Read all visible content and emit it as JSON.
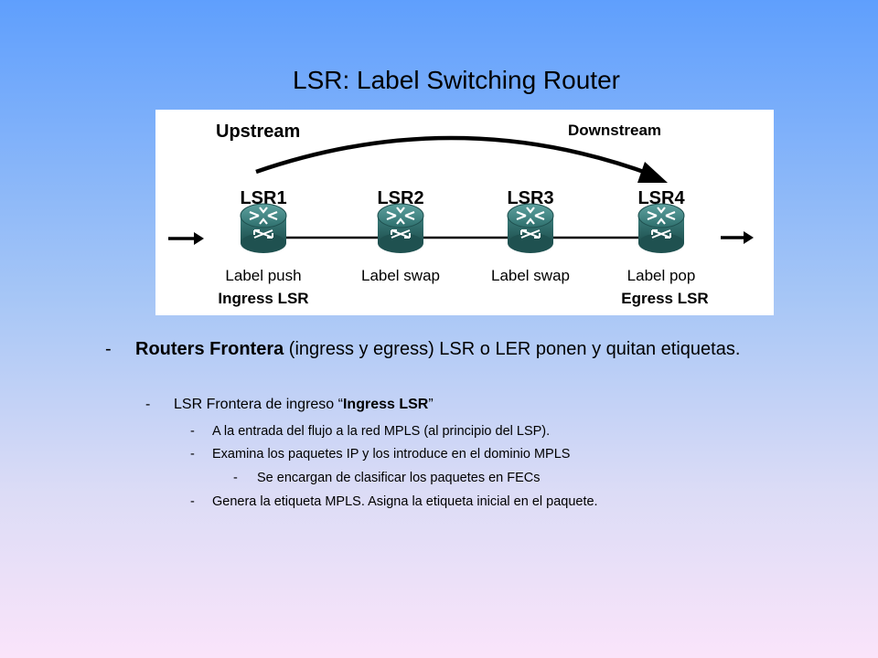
{
  "slide": {
    "title": "LSR: Label Switching Router"
  },
  "diagram": {
    "upstream_label": "Upstream",
    "downstream_label": "Downstream",
    "routers": [
      {
        "name": "LSR1",
        "operation": "Label push",
        "role": "Ingress LSR"
      },
      {
        "name": "LSR2",
        "operation": "Label swap",
        "role": ""
      },
      {
        "name": "LSR3",
        "operation": "Label swap",
        "role": ""
      },
      {
        "name": "LSR4",
        "operation": "Label pop",
        "role": "Egress LSR"
      }
    ]
  },
  "bullets": {
    "b1": {
      "dash": "-",
      "bold": "Routers Frontera",
      "text": " (ingress y egress) LSR o LER ponen y quitan etiquetas."
    },
    "b2": {
      "dash": "-",
      "prefix": "LSR Frontera de ingreso “",
      "bold": "Ingress LSR",
      "suffix": "”"
    },
    "b3a": {
      "dash": "-",
      "text": "A la entrada del flujo a la red MPLS (al principio del LSP)."
    },
    "b3b": {
      "dash": "-",
      "text": "Examina los paquetes IP y los introduce en el dominio MPLS"
    },
    "b4": {
      "dash": "-",
      "text": "Se encargan de clasificar los paquetes en FECs"
    },
    "b3d": {
      "dash": "-",
      "text": "Genera la etiqueta MPLS. Asigna la etiqueta inicial en el paquete."
    }
  }
}
